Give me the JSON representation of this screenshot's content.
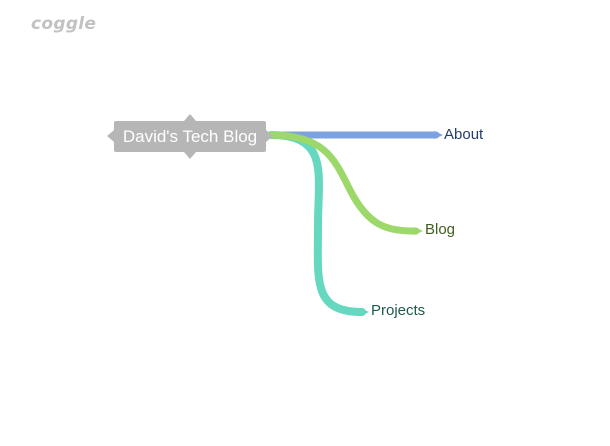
{
  "app": {
    "logo_text": "coggle"
  },
  "map": {
    "root": {
      "label": "David's Tech Blog",
      "color": "#b6b6b6"
    },
    "branches": [
      {
        "label": "About",
        "line_color": "#7ea2e0",
        "text_color": "#243d6b"
      },
      {
        "label": "Blog",
        "line_color": "#9cd86a",
        "text_color": "#3f5e1f"
      },
      {
        "label": "Projects",
        "line_color": "#66d8c0",
        "text_color": "#1f5a4c"
      }
    ]
  }
}
